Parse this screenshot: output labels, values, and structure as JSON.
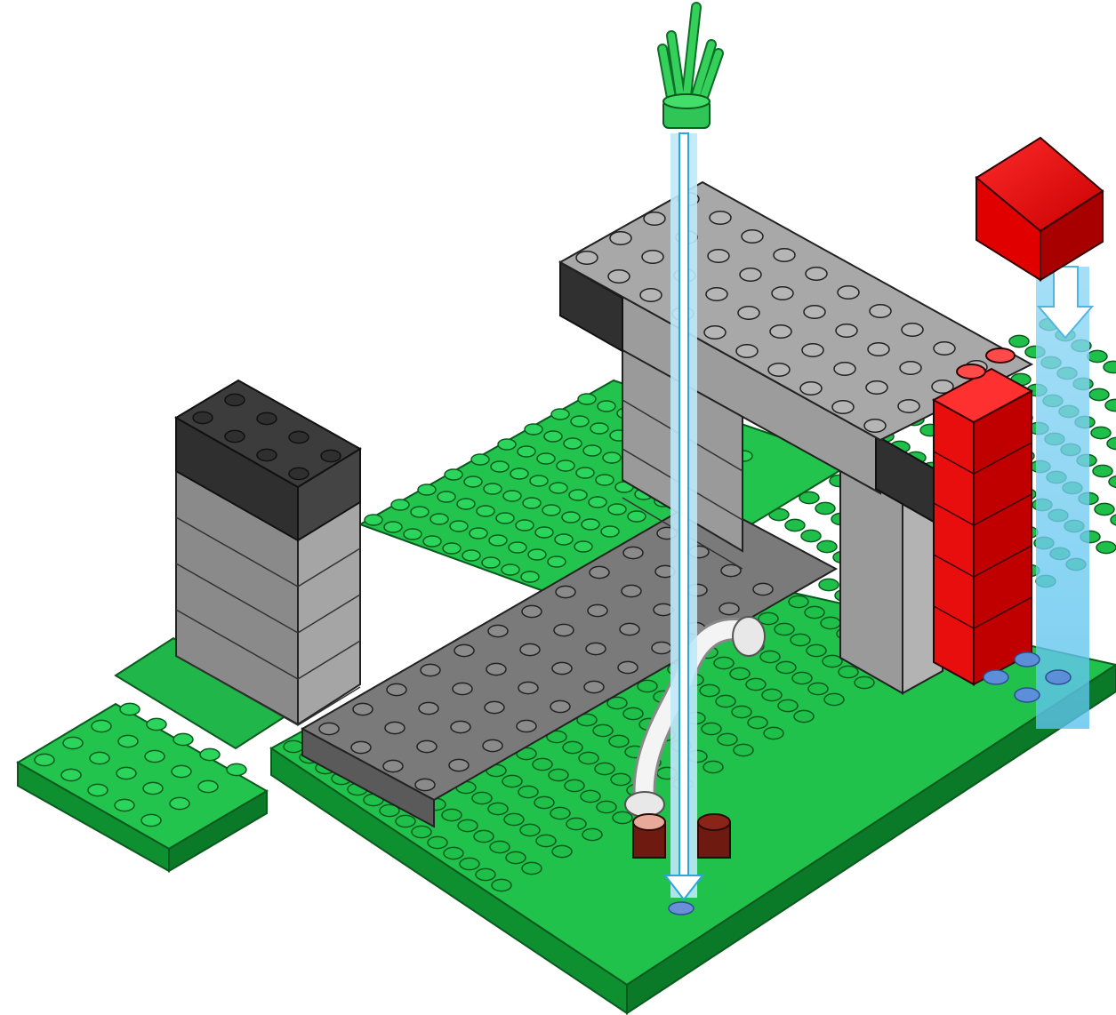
{
  "scene": {
    "type": "building-instruction",
    "colors": {
      "background": "#ffffff",
      "baseplate_green": "#1fc04a",
      "baseplate_green_dark": "#0c8f2f",
      "brick_gray": "#8e8e8e",
      "brick_gray_light": "#b7b7b7",
      "brick_dark": "#3a3a3a",
      "brick_red": "#e50d0d",
      "arrow_blue": "#66c8f0",
      "guide_line": "#2fa4dd",
      "plant_green": "#33cc55",
      "brown_stud": "#7a1e14",
      "hose_white": "#f2f2f2"
    },
    "items": [
      {
        "name": "plant-piece",
        "color": "green"
      },
      {
        "name": "red-slope-brick",
        "color": "red"
      },
      {
        "name": "red-brick-tower",
        "color": "red"
      },
      {
        "name": "gray-pillar-left",
        "color": "gray"
      },
      {
        "name": "gray-arch-bridge",
        "color": "gray"
      },
      {
        "name": "gray-plates-row",
        "color": "gray"
      },
      {
        "name": "white-hose",
        "color": "white"
      },
      {
        "name": "brown-studs",
        "color": "brown"
      },
      {
        "name": "green-baseplate",
        "color": "green"
      },
      {
        "name": "green-side-plate",
        "color": "green"
      }
    ]
  }
}
